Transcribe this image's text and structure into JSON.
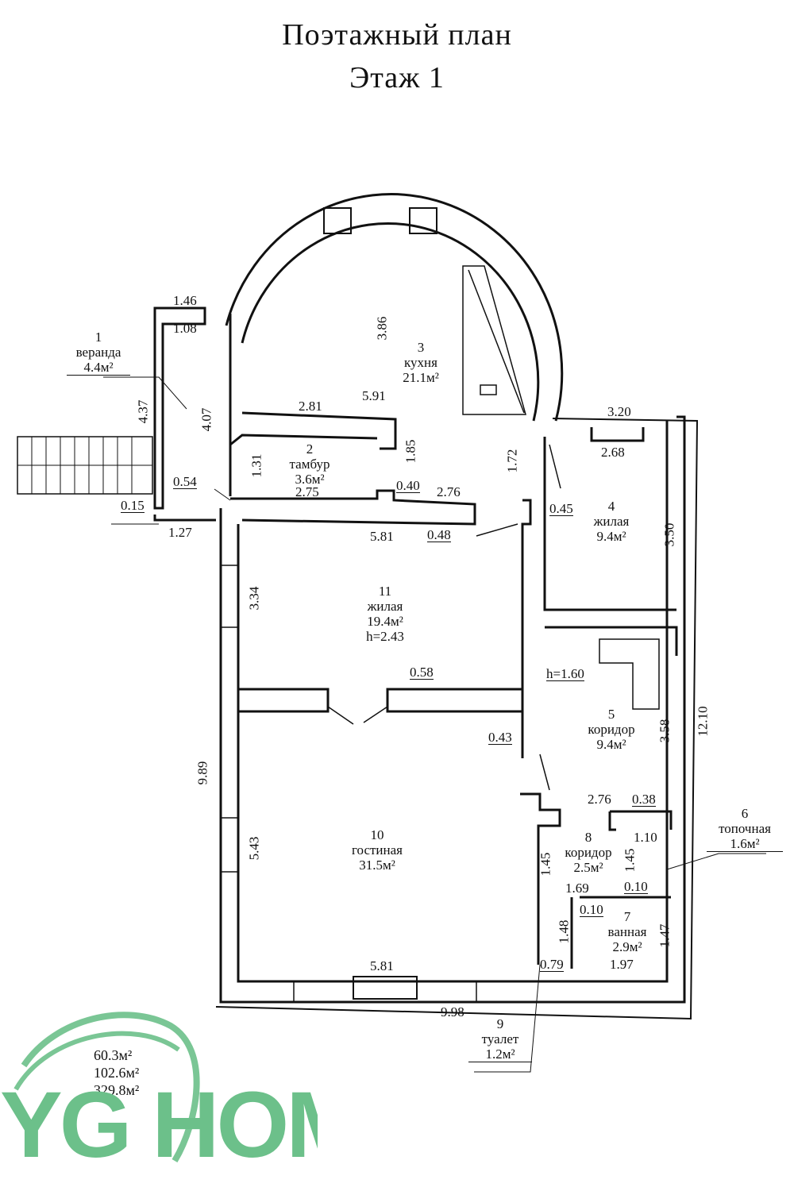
{
  "title": {
    "line1": "Поэтажный план",
    "line2": "Этаж  1"
  },
  "rooms": [
    {
      "num": "1",
      "name": "веранда",
      "area": "4.4м²"
    },
    {
      "num": "2",
      "name": "тамбур",
      "area": "3.6м²"
    },
    {
      "num": "3",
      "name": "кухня",
      "area": "21.1м²"
    },
    {
      "num": "4",
      "name": "жилая",
      "area": "9.4м²"
    },
    {
      "num": "5",
      "name": "коридор",
      "area": "9.4м²"
    },
    {
      "num": "6",
      "name": "топочная",
      "area": "1.6м²"
    },
    {
      "num": "7",
      "name": "ванная",
      "area": "2.9м²"
    },
    {
      "num": "8",
      "name": "коридор",
      "area": "2.5м²"
    },
    {
      "num": "9",
      "name": "туалет",
      "area": "1.2м²"
    },
    {
      "num": "10",
      "name": "гостиная",
      "area": "31.5м²"
    },
    {
      "num": "11",
      "name": "жилая",
      "area": "19.4м²",
      "height": "h=2.43"
    }
  ],
  "stair_height": "h=1.60",
  "dimensions": {
    "d146": "1.46",
    "d108": "1.08",
    "d437": "4.37",
    "d407": "4.07",
    "d054": "0.54",
    "d015": "0.15",
    "d127": "1.27",
    "d386": "3.86",
    "d281": "2.81",
    "d591": "5.91",
    "d131": "1.31",
    "d185": "1.85",
    "d275": "2.75",
    "d040": "0.40",
    "d276a": "2.76",
    "d172": "1.72",
    "d320": "3.20",
    "d268": "2.68",
    "d045": "0.45",
    "d350": "3.50",
    "d581a": "5.81",
    "d048": "0.48",
    "d334": "3.34",
    "d058": "0.58",
    "d160": "h=1.60",
    "d043": "0.43",
    "d358": "3.58",
    "d1210": "12.10",
    "d989": "9.89",
    "d276b": "2.76",
    "d038": "0.38",
    "d110": "1.10",
    "d543": "5.43",
    "d145a": "1.45",
    "d145b": "1.45",
    "d169": "1.69",
    "d010a": "0.10",
    "d010b": "0.10",
    "d148": "1.48",
    "d147": "1.47",
    "d079": "0.79",
    "d197": "1.97",
    "d581b": "5.81",
    "d998": "9.98"
  },
  "totals": [
    "60.3м²",
    "102.6м²",
    "329.8м²"
  ],
  "logo": {
    "text": "YG HOME",
    "color": "#6cc08a"
  }
}
